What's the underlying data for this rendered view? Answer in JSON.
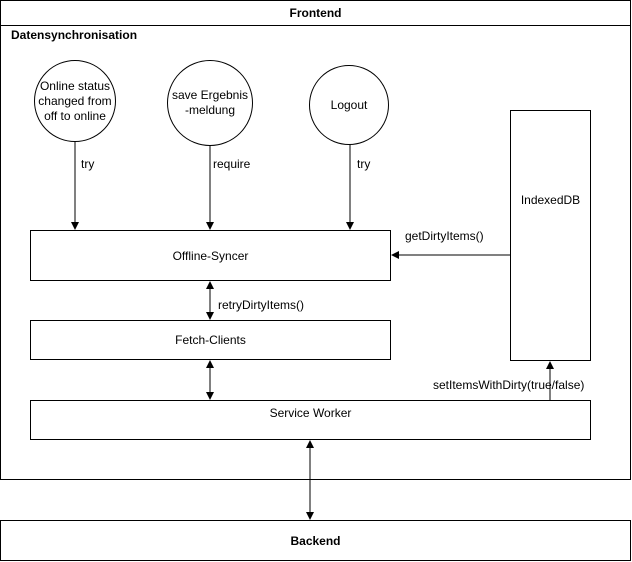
{
  "frontend": {
    "title": "Frontend"
  },
  "sync": {
    "title": "Datensynchronisation"
  },
  "triggers": [
    {
      "label": "Online status changed from off to online",
      "edge": "try"
    },
    {
      "label": "save Ergebnis-meldung",
      "edge": "require"
    },
    {
      "label": "Logout",
      "edge": "try"
    }
  ],
  "components": {
    "offline_syncer": "Offline-Syncer",
    "fetch_clients": "Fetch-Clients",
    "service_worker": "Service Worker",
    "indexeddb": "IndexedDB",
    "backend": "Backend"
  },
  "edges": {
    "get_dirty": "getDirtyItems()",
    "retry_dirty": "retryDirtyItems()",
    "set_items": "setItemsWithDirty(true/false)"
  }
}
